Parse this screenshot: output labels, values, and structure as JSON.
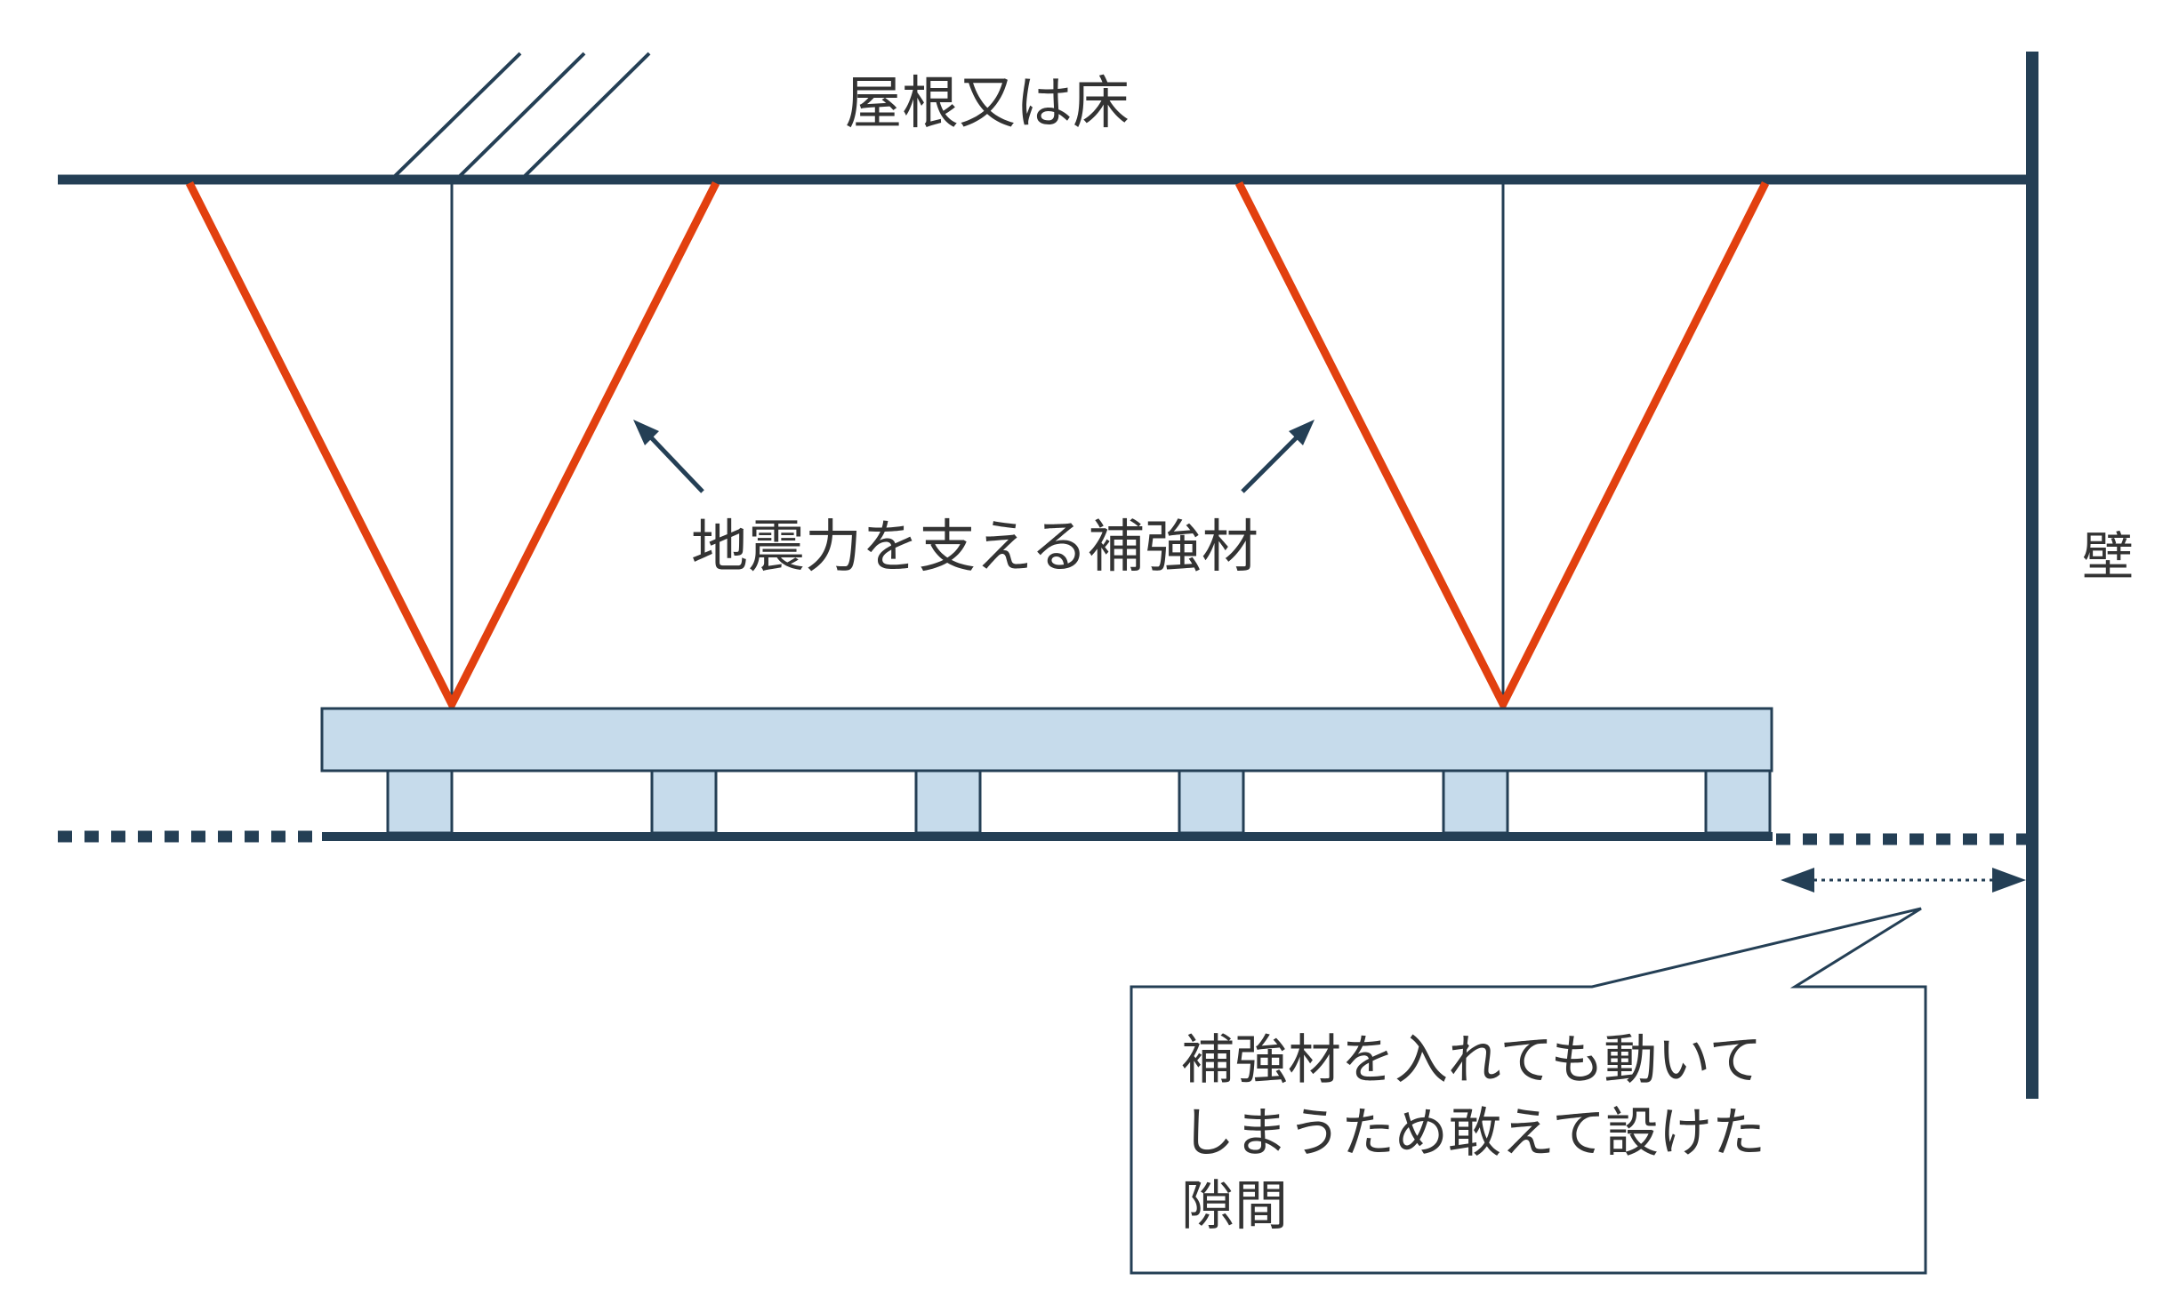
{
  "labels": {
    "roof": "屋根又は床",
    "wall": "壁",
    "brace": "地震力を支える補強材"
  },
  "callout": {
    "lines": [
      "補強材を入れても動いて",
      "しまうため敢えて設けた",
      "隙間"
    ]
  },
  "colors": {
    "structure": "#243f55",
    "brace": "#e2400f",
    "ceiling_fill": "#c6dbeb",
    "text": "#333333"
  }
}
